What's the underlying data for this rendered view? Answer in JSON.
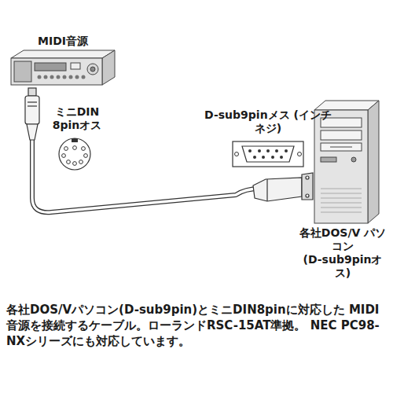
{
  "diagram": {
    "caption": "各社DOS/Vパソコン(D-sub9pin)とミニDIN8pinに対応した MIDI音源を接続するケーブル。ローランドRSC-15AT準拠。 NEC PC98-NXシリーズにも対応しています。",
    "nodes": [
      {
        "text": [
          "MIDI音源"
        ]
      },
      {
        "text": [
          "各社DOS/V パソコン",
          "(D-sub9pinオス)"
        ]
      }
    ],
    "edges": [
      {
        "from": 0,
        "to": 1,
        "arrow": "none"
      }
    ],
    "labels": [
      "ミニDIN 8pinオス",
      "D-sub9pinメス (インチネジ)"
    ]
  }
}
